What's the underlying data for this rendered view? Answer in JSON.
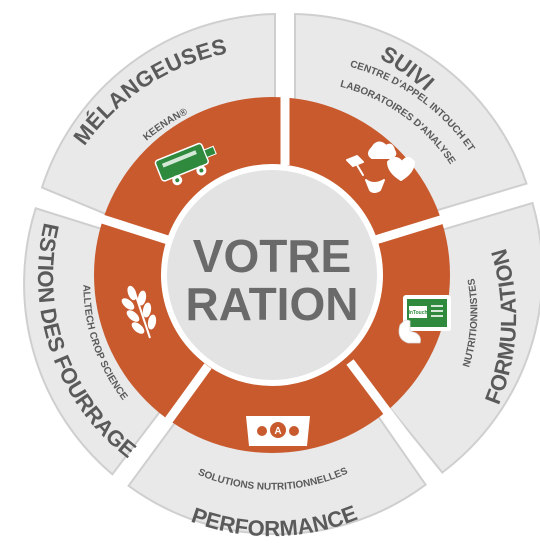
{
  "center": {
    "line1": "VOTRE",
    "line2": "RATION"
  },
  "segments": [
    {
      "id": "melangeuses",
      "title": "MÉLANGEUSES",
      "subtitle": "KEENAN®",
      "icon": "mixer-wagon-icon"
    },
    {
      "id": "suivi",
      "title": "SUIVI",
      "subtitle_line1": "CENTRE D'APPEL INTOUCH ET",
      "subtitle_line2": "LABORATOIRES D'ANALYSE",
      "icon": "monitoring-icon"
    },
    {
      "id": "formulation",
      "title": "FORMULATION",
      "subtitle": "NUTRITIONNISTES",
      "icon": "tablet-icon"
    },
    {
      "id": "performance",
      "title": "PERFORMANCE",
      "subtitle": "SOLUTIONS NUTRITIONNELLES",
      "icon": "supplement-bag-icon"
    },
    {
      "id": "fourrages",
      "title": "GESTION DES FOURRAGES",
      "subtitle": "ALLTECH CROP SCIENCE",
      "icon": "wheat-icon"
    }
  ],
  "icon_labels": {
    "tablet_screen": "InTouch",
    "bag_badge": "A"
  },
  "colors": {
    "outer_panel": "#e9e9e9",
    "outer_panel_edge": "#c9c9c9",
    "orange": "#c85a2e",
    "center_disc": "#e3e3e3",
    "center_text": "#6a6a6a",
    "outer_text": "#5a5a5a",
    "icon_green": "#2f8a3e"
  }
}
